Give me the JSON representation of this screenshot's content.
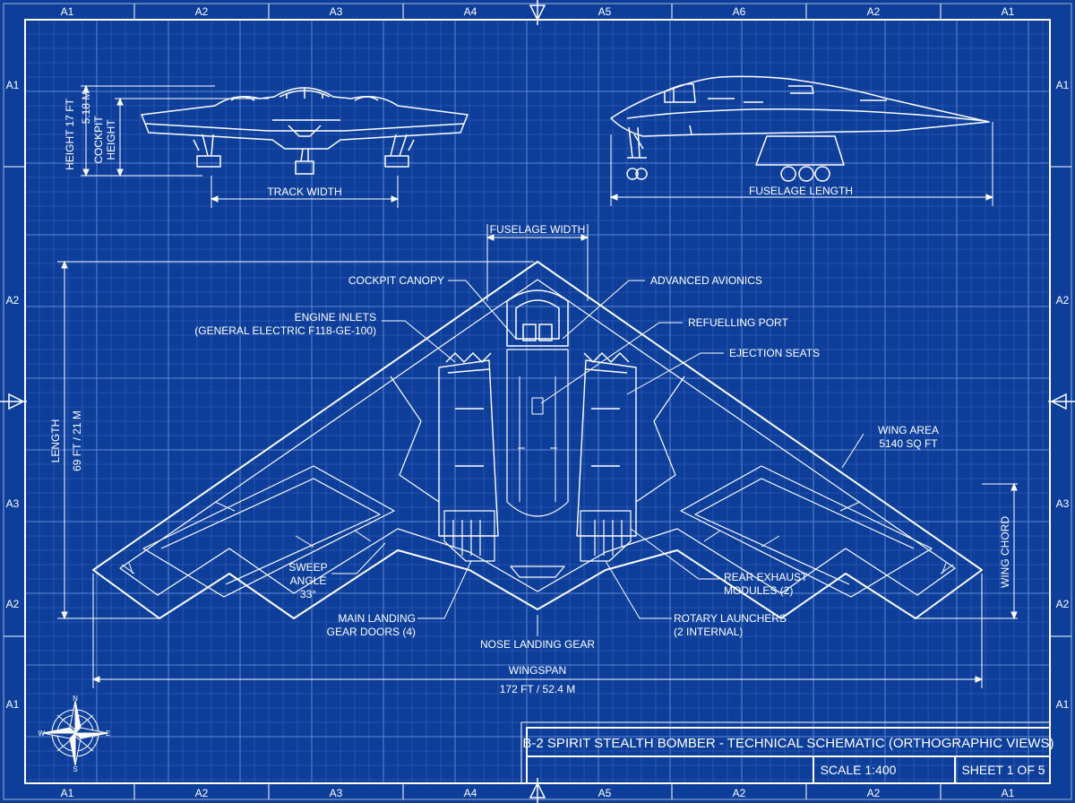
{
  "colors": {
    "background": "#0d3f9a",
    "grid_minor": "#3a67c0",
    "grid_major": "#5f86d2",
    "ink": "#ffffff"
  },
  "zones": {
    "top": [
      "A1",
      "A2",
      "A3",
      "A4",
      "A5",
      "A6",
      "A2",
      "A1"
    ],
    "bottom": [
      "A1",
      "A2",
      "A3",
      "A4",
      "A5",
      "A2",
      "A2",
      "A1"
    ],
    "left": [
      "A1",
      "A2",
      "A3",
      "A2",
      "A1"
    ],
    "right": [
      "A1",
      "A2",
      "A3",
      "A2",
      "A1"
    ]
  },
  "front_view": {
    "height_label": "HEIGHT 17 FT",
    "height_metric": "5.18 M",
    "cockpit_height_line1": "COCKPIT",
    "cockpit_height_line2": "HEIGHT",
    "track_width": "TRACK WIDTH"
  },
  "side_view": {
    "fuselage_length": "FUSELAGE LENGTH"
  },
  "plan_view": {
    "fuselage_width": "FUSELAGE WIDTH",
    "cockpit_canopy": "COCKPIT CANOPY",
    "advanced_avionics": "ADVANCED AVIONICS",
    "engine_inlets_line1": "ENGINE INLETS",
    "engine_inlets_line2": "(GENERAL ELECTRIC F118-GE-100)",
    "refuelling_port": "REFUELLING PORT",
    "ejection_seats": "EJECTION SEATS",
    "length_label": "LENGTH",
    "length_value": "69 FT / 21 M",
    "wing_area_line1": "WING AREA",
    "wing_area_line2": "5140 SQ FT",
    "wing_chord": "WING CHORD",
    "sweep_line1": "SWEEP",
    "sweep_line2": "ANGLE",
    "sweep_line3": "33°",
    "main_gear_line1": "MAIN LANDING",
    "main_gear_line2": "GEAR DOORS (4)",
    "rear_exhaust_line1": "REAR EXHAUST",
    "rear_exhaust_line2": "MODULES (2)",
    "rotary_line1": "ROTARY LAUNCHERS",
    "rotary_line2": "(2 INTERNAL)",
    "nose_gear": "NOSE LANDING GEAR",
    "wingspan_label": "WINGSPAN",
    "wingspan_value": "172 FT / 52.4 M"
  },
  "compass": {
    "n": "N",
    "e": "E",
    "s": "S",
    "w": "W"
  },
  "title_block": {
    "title": "B-2 SPIRIT STEALTH BOMBER - TECHNICAL SCHEMATIC (ORTHOGRAPHIC VIEWS)",
    "scale": "SCALE 1:400",
    "sheet": "SHEET 1 OF 5"
  }
}
